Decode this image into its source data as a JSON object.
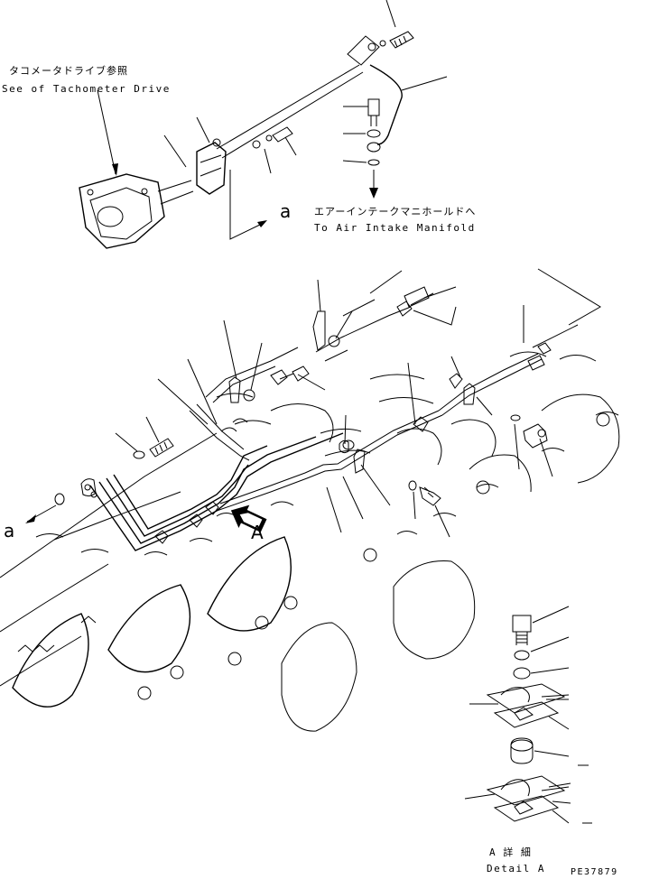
{
  "labels": {
    "tacho_jp": "タコメータドライブ参照",
    "tacho_en": "See of Tachometer Drive",
    "intake_jp": "エアーインテークマニホールドへ",
    "intake_en": "To Air Intake Manifold",
    "a_upper": "a",
    "a_lower": "a",
    "arrow_A": "A",
    "detail_jp": "A 詳 細",
    "detail_en": "Detail A",
    "drawing_no": "PE37879"
  },
  "colors": {
    "line": "#000000",
    "background": "#ffffff"
  }
}
